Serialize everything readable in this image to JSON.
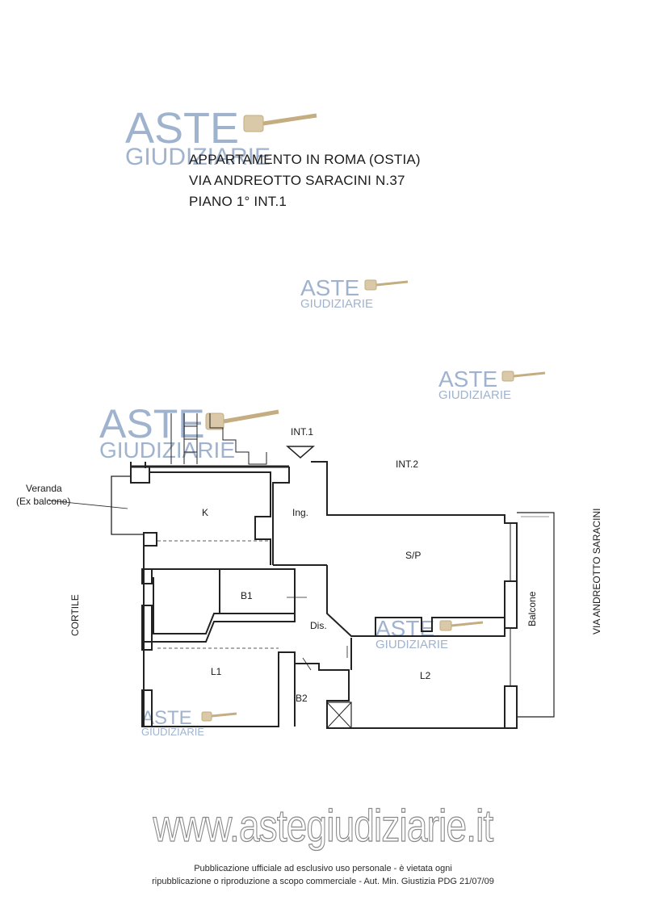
{
  "heading": {
    "line1": "APPARTAMENTO IN ROMA (OSTIA)",
    "line2": "VIA ANDREOTTO SARACINI N.37",
    "line3": "PIANO 1° INT.1"
  },
  "watermark": {
    "word1": "ASTE",
    "word2": "GIUDIZIARIE"
  },
  "plan": {
    "int1": "INT.1",
    "int2": "INT.2",
    "veranda_line1": "Veranda",
    "veranda_line2": "(Ex balcone)",
    "k": "K",
    "ing": "Ing.",
    "sp": "S/P",
    "b1": "B1",
    "dis": "Dis.",
    "l1": "L1",
    "b2": "B2",
    "l2": "L2",
    "cortile": "CORTILE",
    "balcone": "Balcone",
    "street": "VIA ANDREOTTO SARACINI"
  },
  "website": "www.astegiudiziarie.it",
  "footer": {
    "line1": "Pubblicazione ufficiale ad esclusivo uso personale - è vietata ogni",
    "line2": "ripubblicazione o riproduzione a scopo commerciale - Aut. Min. Giustizia PDG 21/07/09"
  }
}
